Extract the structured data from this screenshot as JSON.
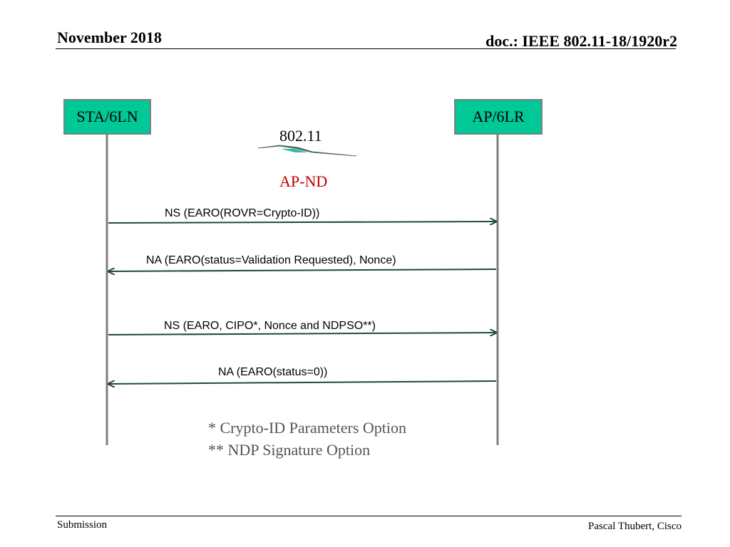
{
  "header": {
    "date": "November 2018",
    "doc": "doc.: IEEE 802.11-18/1920r2"
  },
  "footer": {
    "left": "Submission",
    "right": "Pascal Thubert, Cisco"
  },
  "nodes": {
    "sta": "STA/6LN",
    "ap": "AP/6LR"
  },
  "link_label": "802.11",
  "protocol_label": "AP-ND",
  "messages": [
    {
      "text": "NS (EARO(ROVR=Crypto-ID))",
      "direction": "sta-to-ap"
    },
    {
      "text": "NA (EARO(status=Validation Requested), Nonce)",
      "direction": "ap-to-sta"
    },
    {
      "text": "NS (EARO, CIPO*, Nonce and NDPSO**)",
      "direction": "sta-to-ap"
    },
    {
      "text": "NA (EARO(status=0))",
      "direction": "ap-to-sta"
    }
  ],
  "notes": [
    "*  Crypto-ID Parameters Option",
    "** NDP Signature Option"
  ],
  "colors": {
    "node_fill": "#00c896",
    "arrow": "#1f4a3a",
    "protocol": "#c00000",
    "lifeline": "#7f7f7f"
  }
}
